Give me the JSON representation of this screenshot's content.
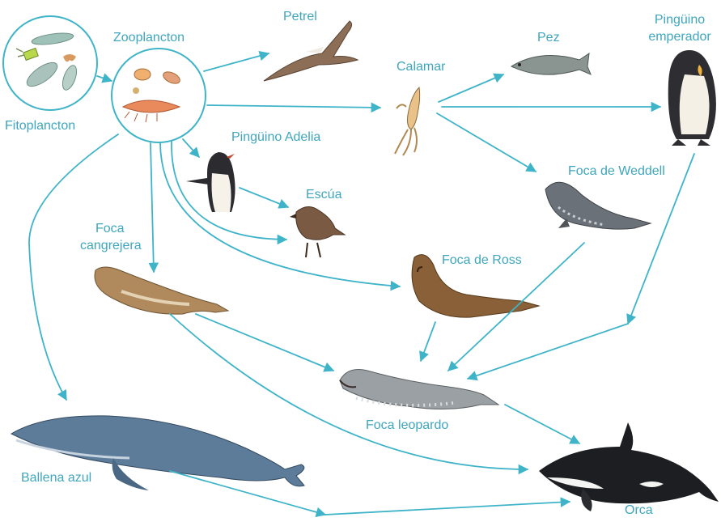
{
  "colors": {
    "arrow": "#3fb4c9",
    "label": "#3fa6bd"
  },
  "organisms": {
    "fitoplancton": "Fitoplancton",
    "zooplancton": "Zooplancton",
    "petrel": "Petrel",
    "calamar": "Calamar",
    "pez": "Pez",
    "pinguino_emperador_1": "Pingüino",
    "pinguino_emperador_2": "emperador",
    "pinguino_adelia": "Pingüino Adelia",
    "escua": "Escúa",
    "foca_weddell": "Foca de Weddell",
    "foca_cangrejera_1": "Foca",
    "foca_cangrejera_2": "cangrejera",
    "foca_ross": "Foca de Ross",
    "foca_leopardo": "Foca leopardo",
    "ballena_azul": "Ballena azul",
    "orca": "Orca"
  },
  "feeding_links": [
    {
      "from": "Fitoplancton",
      "to": "Zooplancton"
    },
    {
      "from": "Zooplancton",
      "to": "Petrel"
    },
    {
      "from": "Zooplancton",
      "to": "Calamar"
    },
    {
      "from": "Zooplancton",
      "to": "Pingüino Adelia"
    },
    {
      "from": "Zooplancton",
      "to": "Escúa"
    },
    {
      "from": "Zooplancton",
      "to": "Foca cangrejera"
    },
    {
      "from": "Zooplancton",
      "to": "Foca de Ross"
    },
    {
      "from": "Zooplancton",
      "to": "Ballena azul"
    },
    {
      "from": "Pingüino Adelia",
      "to": "Escúa"
    },
    {
      "from": "Calamar",
      "to": "Pez"
    },
    {
      "from": "Calamar",
      "to": "Pingüino emperador"
    },
    {
      "from": "Calamar",
      "to": "Foca de Weddell"
    },
    {
      "from": "Foca de Weddell",
      "to": "Foca leopardo"
    },
    {
      "from": "Foca de Ross",
      "to": "Foca leopardo"
    },
    {
      "from": "Pingüino emperador",
      "to": "Foca leopardo"
    },
    {
      "from": "Foca cangrejera",
      "to": "Foca leopardo"
    },
    {
      "from": "Foca cangrejera",
      "to": "Orca"
    },
    {
      "from": "Foca leopardo",
      "to": "Orca"
    },
    {
      "from": "Ballena azul",
      "to": "Orca"
    }
  ]
}
